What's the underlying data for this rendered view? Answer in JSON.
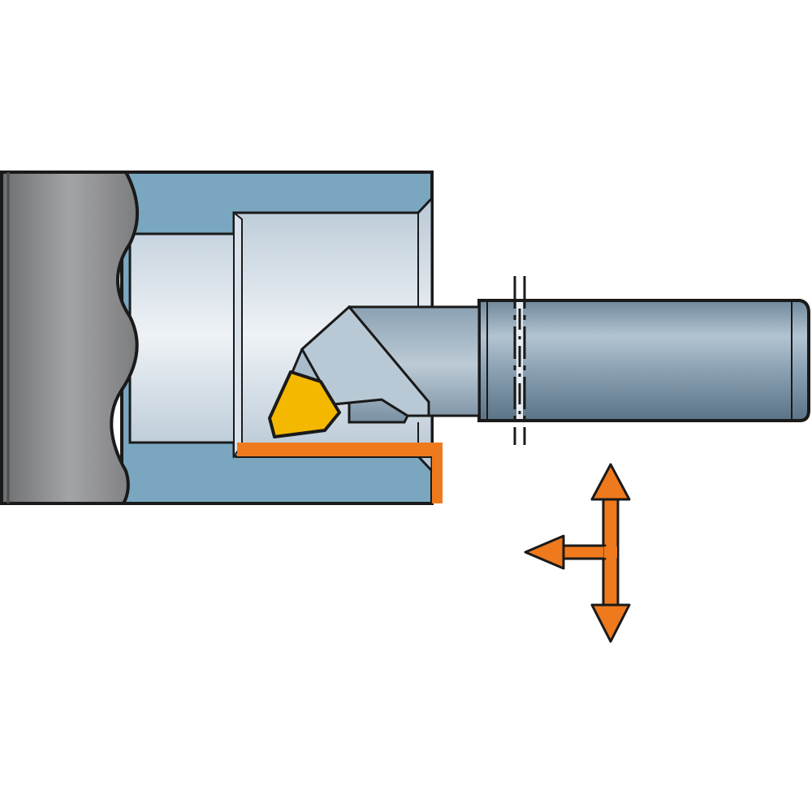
{
  "diagram": {
    "type": "internal-turning-operation",
    "text_labels": [],
    "components": {
      "chuck": {
        "icon": "chuck-jaw"
      },
      "workpiece": {
        "icon": "bored-workpiece-section"
      },
      "boring_bar": {
        "icon": "boring-bar-holder"
      },
      "insert": {
        "icon": "trigon-insert"
      },
      "machined_surface": {
        "icon": "machined-surface-highlight"
      },
      "clamping_mark": {
        "icon": "clamping-limit-line"
      },
      "feed_directions": {
        "icon": "feed-direction-arrows",
        "directions": [
          "left",
          "up",
          "down"
        ]
      }
    },
    "colors": {
      "outline": "#1a1a1a",
      "chuck": "#8a8b8d",
      "workpiece": "#7aa6c0",
      "bore": "#c3d2dd",
      "bore_light": "#e8edf2",
      "tool": "#7f98ab",
      "tool_light": "#b8c8d4",
      "insert": "#f5b800",
      "highlight": "#ef7a1e"
    }
  }
}
